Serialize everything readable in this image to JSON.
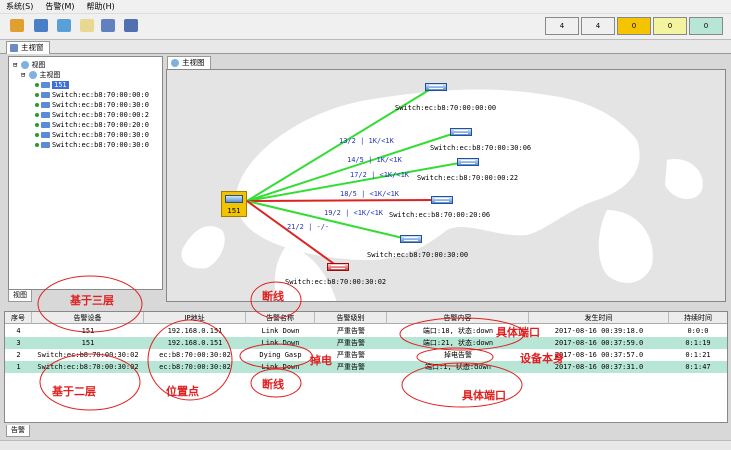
{
  "menu": {
    "items": [
      "系统(S)",
      "告警(M)",
      "帮助(H)"
    ]
  },
  "toolbar": {
    "icons": [
      "users-icon",
      "folder-icon",
      "monitor-icon",
      "document-icon",
      "music-icon",
      "book-icon"
    ],
    "counters": [
      {
        "value": "4",
        "color": "#ffffff"
      },
      {
        "value": "4",
        "color": "#ffffff"
      },
      {
        "value": "0",
        "color": "#f5c400"
      },
      {
        "value": "0",
        "color": "#f4f4a0"
      },
      {
        "value": "0",
        "color": "#b8e6d6"
      }
    ]
  },
  "main_tab": "主视窗",
  "tree": {
    "root": "视图",
    "child": "主视图",
    "selected": "151",
    "switches": [
      "Switch:ec:b8:70:00:00:0",
      "Switch:ec:b8:70:00:30:0",
      "Switch:ec:b8:70:00:00:2",
      "Switch:ec:b8:70:00:20:0",
      "Switch:ec:b8:70:00:30:0",
      "Switch:ec:b8:70:00:30:0"
    ],
    "bottom_tab": "视图"
  },
  "map": {
    "tab": "主视图",
    "root_label": "151",
    "nodes": [
      "Switch:ec:b8:70:00:00:00",
      "Switch:ec:b8:70:00:30:06",
      "Switch:ec:b8:70:00:00:22",
      "Switch:ec:b8:70:00:20:06",
      "Switch:ec:b8:70:00:30:00",
      "Switch:ec:b8:70:00:30:02"
    ],
    "links": [
      "13/2 | 1K/<1K",
      "14/5 | 1K/<1K",
      "17/2 | <1K/<1K",
      "18/5 | <1K/<1K",
      "19/2 | <1K/<1K",
      "21/2 | -/-"
    ],
    "link_colors": [
      "#33dd33",
      "#33dd33",
      "#33dd33",
      "#dd2222",
      "#33dd33",
      "#dd2222"
    ]
  },
  "table": {
    "headers": [
      "序号",
      "告警设备",
      "IP地址",
      "告警名称",
      "告警级别",
      "告警内容",
      "发生时间",
      "持续时间"
    ],
    "rows": [
      [
        "4",
        "151",
        "192.168.0.151",
        "Link Down",
        "严重告警",
        "端口:18, 状态:down",
        "2017-08-16 00:39:18.0",
        "0:0:0"
      ],
      [
        "3",
        "151",
        "192.168.0.151",
        "Link Down",
        "严重告警",
        "端口:21, 状态:down",
        "2017-08-16 00:37:59.0",
        "0:1:19"
      ],
      [
        "2",
        "Switch:ec:b8:70:00:30:02",
        "ec:b8:70:00:30:02",
        "Dying Gasp",
        "严重告警",
        "掉电告警",
        "2017-08-16 00:37:57.0",
        "0:1:21"
      ],
      [
        "1",
        "Switch:ec:b8:70:00:30:02",
        "ec:b8:70:00:30:02",
        "Link Down",
        "严重告警",
        "端口:1, 状态:down",
        "2017-08-16 00:37:31.0",
        "0:1:47"
      ]
    ],
    "row_colors": [
      "#ffffff",
      "#b8e6d6",
      "#ffffff",
      "#b8e6d6"
    ],
    "bottom_tab": "告警"
  },
  "annotations": {
    "layer3": "基于三层",
    "layer2": "基于二层",
    "link_down_top": "断线",
    "link_down_bottom": "断线",
    "location": "位置点",
    "power_off": "掉电",
    "port_top": "具体端口",
    "port_bottom": "具体端口",
    "device_self": "设备本身"
  }
}
